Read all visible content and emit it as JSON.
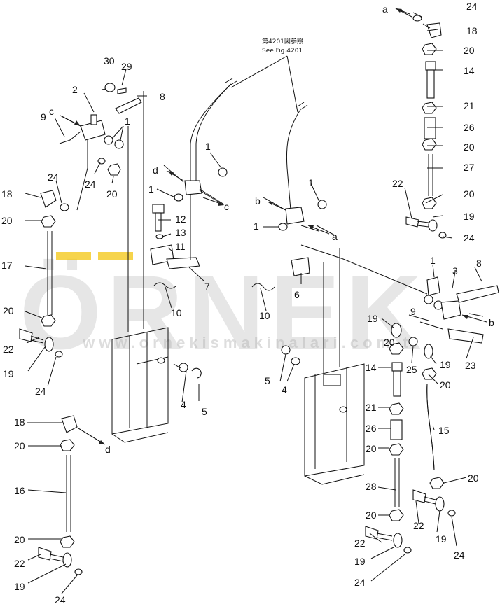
{
  "reference_note": {
    "jp": "第4201図参照",
    "en": "See Fig.4201"
  },
  "watermark": {
    "brand": "ÖRNEK",
    "url": "www.ornekismakinalari.com.tr",
    "accent_color": "#f2c200",
    "gray": "#b5b5b5"
  },
  "labels": {
    "a_top": "a",
    "n24_top": "24",
    "n18_top": "18",
    "n20_a": "20",
    "n14_top": "14",
    "n21_top": "21",
    "n26_top": "26",
    "n20_b": "20",
    "n27": "27",
    "n22_top": "22",
    "n20_c": "20",
    "n19_top": "19",
    "n24_b": "24",
    "n30": "30",
    "n29": "29",
    "n2": "2",
    "n8_left": "8",
    "c_left": "c",
    "n9_left": "9",
    "n1_left": "1",
    "n24_c": "24",
    "n20_d": "20",
    "n24_d": "24",
    "n18_left": "18",
    "n20_e": "20",
    "n17": "17",
    "n1_mid": "1",
    "d_mid": "d",
    "n1_mid2": "1",
    "c_mid": "c",
    "n12": "12",
    "n13": "13",
    "n11": "11",
    "n7": "7",
    "n10_left": "10",
    "n1_right": "1",
    "b_right": "b",
    "n1_right2": "1",
    "a_mid": "a",
    "n6": "6",
    "n10_right": "10",
    "n1_rb": "1",
    "n3": "3",
    "n8_right": "8",
    "n9_right": "9",
    "b_rb": "b",
    "n19_r": "19",
    "n20_r": "20",
    "n25": "25",
    "n19_r2": "19",
    "n23": "23",
    "n14_bot": "14",
    "n20_r2": "20",
    "n21_bot": "21",
    "n15": "15",
    "n26_bot": "26",
    "n20_bot": "20",
    "n28": "28",
    "n20_r3": "20",
    "n22_rb": "22",
    "n20_bot2": "20",
    "n22_bot": "22",
    "n19_rb": "19",
    "n19_bot": "19",
    "n24_rb": "24",
    "n24_bot": "24",
    "n20_f": "20",
    "n22_left": "22",
    "n19_left": "19",
    "n24_left": "24",
    "n5_left": "5",
    "n4_left": "4",
    "n5_mid": "5",
    "n4_mid": "4",
    "n18_bl": "18",
    "d_bl": "d",
    "n20_bl": "20",
    "n16": "16",
    "n20_bl2": "20",
    "n22_bl": "22",
    "n19_bl": "19",
    "n24_bl": "24"
  }
}
